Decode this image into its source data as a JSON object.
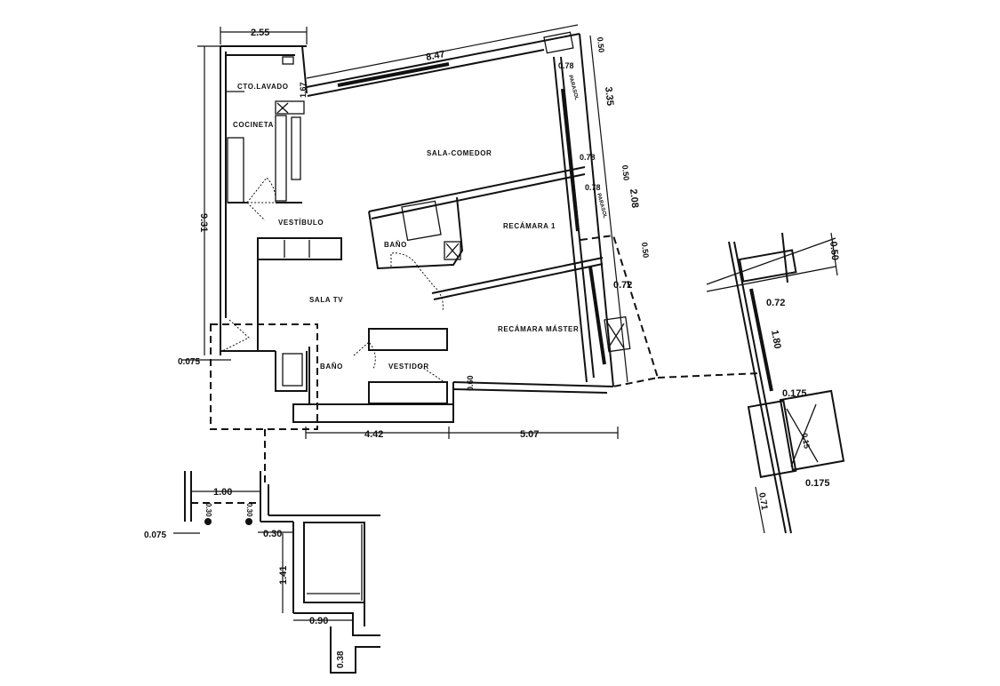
{
  "rooms": {
    "laundry": "CTO.LAVADO",
    "kitchenette": "COCINETA",
    "living_dining": "SALA-COMEDOR",
    "vestibule": "VESTÍBULO",
    "bedroom1": "RECÁMARA 1",
    "bath1": "BAÑO",
    "tv_room": "SALA TV",
    "master_bedroom": "RECÁMARA MÁSTER",
    "bath2": "BAÑO",
    "closet": "VESTIDOR",
    "sunshade1": "PARASOL",
    "sunshade2": "PARASOL"
  },
  "dimensions": {
    "top_kitchen_width": "2.55",
    "left_height": "9.31",
    "laundry_offset": "1.67",
    "top_facade": "8.47",
    "right_top": "0.50",
    "right_sala": "3.35",
    "right_mid": "0.50",
    "right_rec1": "2.08",
    "right_low": "0.50",
    "parasol_a": "0.78",
    "parasol_b": "0.78",
    "parasol_c": "0.78",
    "window_depth": "0.72",
    "left_offset": "0.075",
    "bottom_left": "4.42",
    "bottom_right": "5.07",
    "bottom_step": "0.60"
  },
  "detail_left": {
    "width": "1.00",
    "h1": "0.30",
    "h2": "0.30",
    "offset": "0.075",
    "wall": "0.30",
    "height": "1.41",
    "base": "0.90",
    "step": "0.38"
  },
  "detail_right": {
    "top": "0.50",
    "depth": "0.72",
    "length": "1.80",
    "a": "0.175",
    "b": "0.15",
    "c": "0.175",
    "bottom": "0.71"
  }
}
